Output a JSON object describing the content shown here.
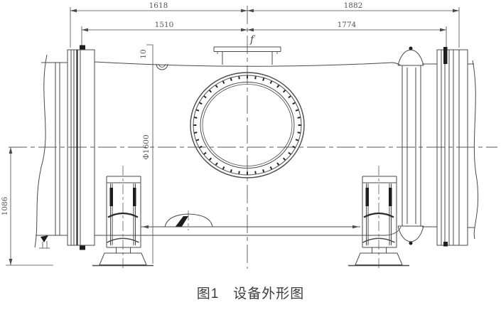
{
  "figure": {
    "caption": "图1　设备外形图"
  },
  "drawing": {
    "dimensions": {
      "top_left": "1618",
      "top_right": "1882",
      "second_left": "1510",
      "second_right": "1774",
      "height_left": "1086",
      "diameter": "Φ1600",
      "offset_top": "10"
    },
    "labels": {
      "nozzle": "f"
    },
    "colors": {
      "line": "#4a4a4a",
      "dark": "#1e1e1e",
      "text": "#555555",
      "background": "#ffffff"
    }
  }
}
